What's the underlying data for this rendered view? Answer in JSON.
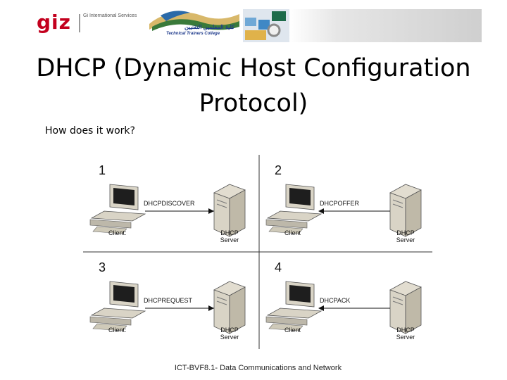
{
  "header": {
    "giz_logo_text": "giz",
    "giz_subtitle": "Gi International Services",
    "college_arabic": "كلية المعلمين التقنيين",
    "college_name": "Technical Trainers College"
  },
  "slide": {
    "title_line1": "DHCP (Dynamic Host Configuration",
    "title_line2": "Protocol)",
    "subtitle": "How does it work?"
  },
  "diagram": {
    "steps": [
      {
        "number": "1",
        "message": "DHCPDISCOVER",
        "client_label": "Client",
        "server_label_1": "DHCP",
        "server_label_2": "Server",
        "direction": "client-to-server"
      },
      {
        "number": "2",
        "message": "DHCPOFFER",
        "client_label": "Client",
        "server_label_1": "DHCP",
        "server_label_2": "Server",
        "direction": "server-to-client"
      },
      {
        "number": "3",
        "message": "DHCPREQUEST",
        "client_label": "Client",
        "server_label_1": "DHCP",
        "server_label_2": "Server",
        "direction": "client-to-server"
      },
      {
        "number": "4",
        "message": "DHCPACK",
        "client_label": "Client",
        "server_label_1": "DHCP",
        "server_label_2": "Server",
        "direction": "server-to-client"
      }
    ]
  },
  "footer": {
    "text": "ICT-BVF8.1- Data Communications and Network"
  },
  "colors": {
    "giz_red": "#c3001e",
    "college_blue": "#1f3b8c",
    "computer_beige": "#d9d4c6"
  }
}
